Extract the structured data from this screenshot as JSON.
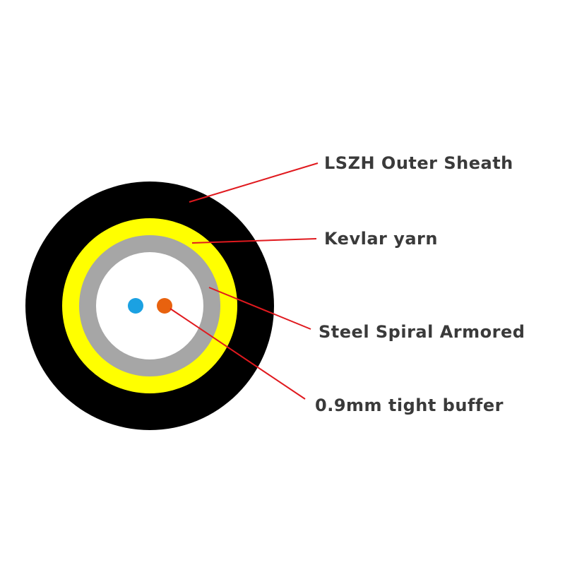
{
  "colors": {
    "outer_sheath": "#000000",
    "kevlar": "#ffff00",
    "steel_armor": "#a6a6a6",
    "core": "#ffffff",
    "fiber_blue": "#1ba1e2",
    "fiber_orange": "#e8620f",
    "leader_line": "#e0191e",
    "label_text": "#3a3a3a"
  },
  "labels": {
    "outer_sheath": "LSZH Outer Sheath",
    "kevlar": "Kevlar yarn",
    "armor": "Steel Spiral Armored",
    "buffer": "0.9mm tight buffer"
  }
}
